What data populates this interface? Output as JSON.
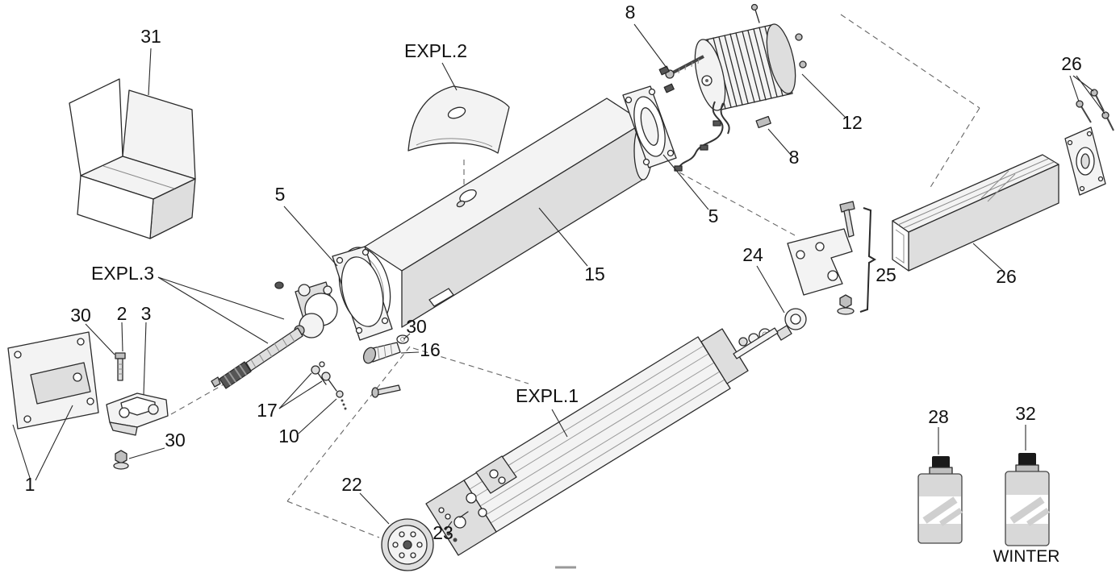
{
  "colors": {
    "line": "#2a2a2a",
    "fill_light": "#f3f3f3",
    "fill_mid": "#dedede",
    "fill_dark": "#555555",
    "background": "#ffffff"
  },
  "labels": {
    "box31": "31",
    "expl2": "EXPL.2",
    "screw8_top": "8",
    "motor12": "12",
    "screw8_mid": "8",
    "bracket26_top": "26",
    "flange5_left": "5",
    "flange5_right": "5",
    "body15": "15",
    "expl3": "EXPL.3",
    "pin30_top": "30",
    "screw2": "2",
    "clevis3": "3",
    "washer30_mid": "30",
    "bolt16": "16",
    "rodend24": "24",
    "bracket25": "25",
    "rail26": "26",
    "screws17": "17",
    "screw10": "10",
    "nut30_bottom": "30",
    "plate1": "1",
    "cap22": "22",
    "screws23": "23",
    "expl1": "EXPL.1",
    "bottle28": "28",
    "bottle32": "32",
    "winter": "WINTER"
  }
}
